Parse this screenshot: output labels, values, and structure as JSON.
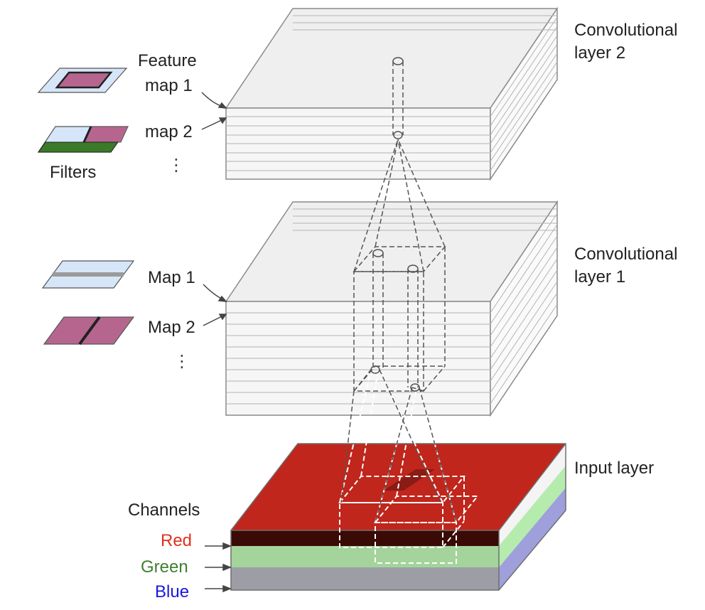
{
  "labels": {
    "conv2_line1": "Convolutional",
    "conv2_line2": "layer 2",
    "conv1_line1": "Convolutional",
    "conv1_line2": "layer 1",
    "input_layer": "Input layer",
    "feature": "Feature",
    "map1_lower": "map 1",
    "map2_lower": "map 2",
    "filters": "Filters",
    "map1_upper": "Map 1",
    "map2_upper": "Map 2",
    "channels": "Channels",
    "red": "Red",
    "green": "Green",
    "blue": "Blue",
    "ellipsis": "⋮"
  },
  "colors": {
    "red_channel": "#c0261c",
    "red_front": "#3a0a04",
    "green_channel": "#a8e3a0",
    "blue_channel": "#a5a5ef",
    "red_text": "#e0301e",
    "green_text": "#3f7f2f",
    "blue_text": "#1818e0",
    "filter_light": "#d6e6f8",
    "filter_purple": "#b6668e",
    "filter_green": "#3a7a28"
  }
}
